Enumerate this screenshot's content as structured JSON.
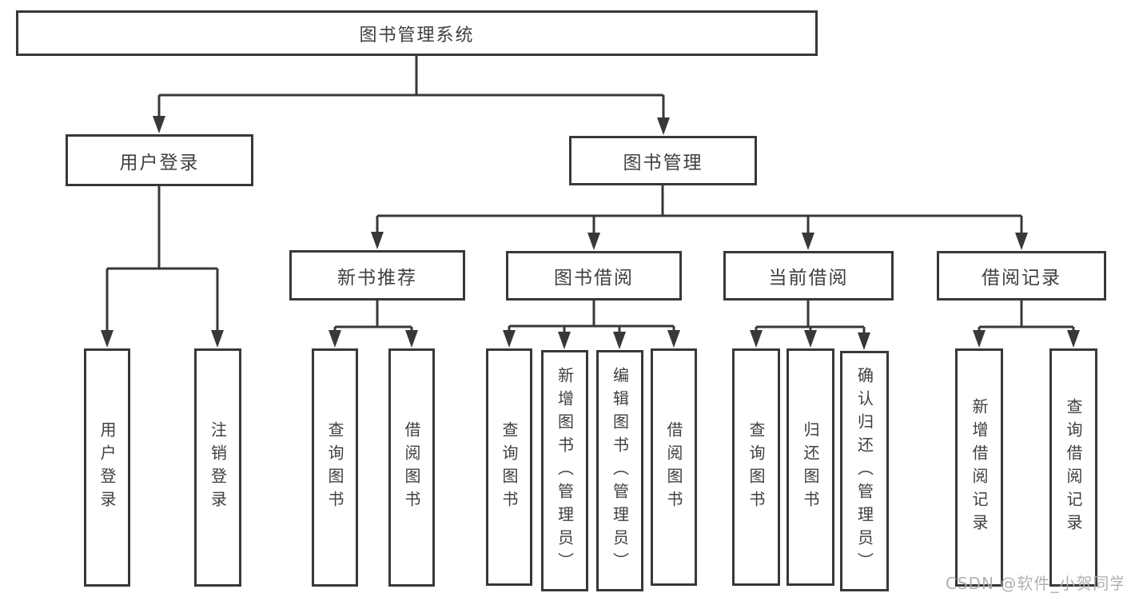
{
  "diagram": {
    "title": "图书管理系统",
    "root": {
      "label": "图书管理系统"
    },
    "branches": [
      {
        "label": "用户登录",
        "children": [
          {
            "label": "用户登录"
          },
          {
            "label": "注销登录"
          }
        ]
      },
      {
        "label": "图书管理",
        "groups": [
          {
            "label": "新书推荐",
            "children": [
              {
                "label": "查询图书"
              },
              {
                "label": "借阅图书"
              }
            ]
          },
          {
            "label": "图书借阅",
            "children": [
              {
                "label": "查询图书"
              },
              {
                "label": "新增图书（管理员）"
              },
              {
                "label": "编辑图书（管理员）"
              },
              {
                "label": "借阅图书"
              }
            ]
          },
          {
            "label": "当前借阅",
            "children": [
              {
                "label": "查询图书"
              },
              {
                "label": "归还图书"
              },
              {
                "label": "确认归还（管理员）"
              }
            ]
          },
          {
            "label": "借阅记录",
            "children": [
              {
                "label": "新增借阅记录"
              },
              {
                "label": "查询借阅记录"
              }
            ]
          }
        ]
      }
    ]
  },
  "watermark": {
    "text": "CSDN @软件_小贺同学"
  },
  "colors": {
    "line": "#383838",
    "text": "#3f3f3f",
    "background": "#ffffff",
    "watermark": "#ababab"
  }
}
